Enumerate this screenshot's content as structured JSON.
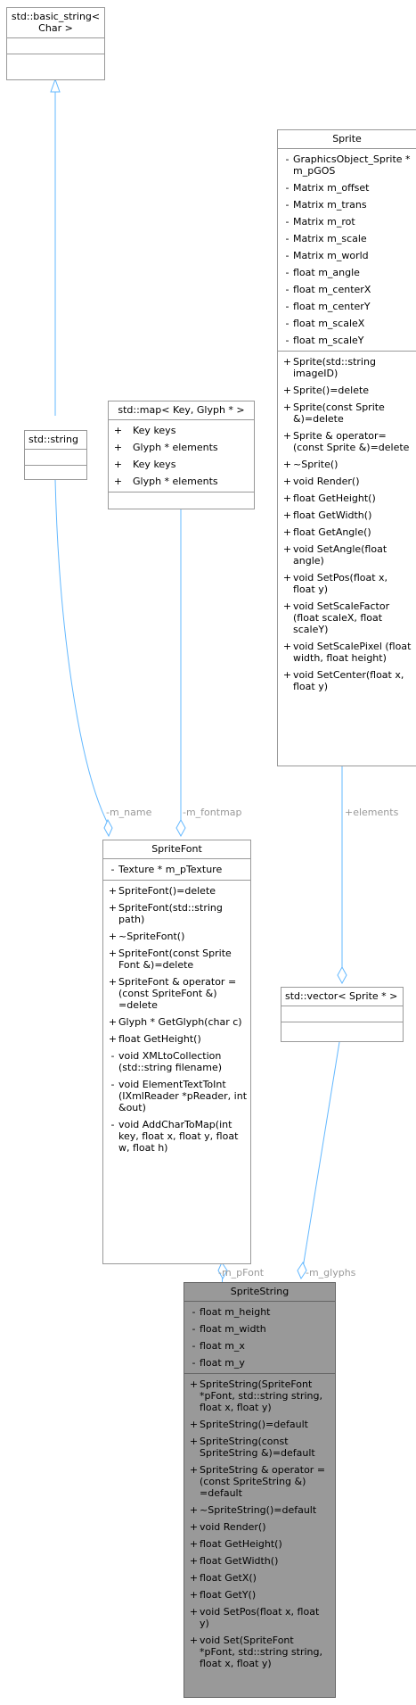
{
  "classes": {
    "basic_string": {
      "title": "std::basic_string< Char >",
      "attrs": [],
      "methods": []
    },
    "string": {
      "title": "std::string",
      "attrs": [],
      "methods": []
    },
    "map": {
      "title": "std::map< Key, Glyph * >",
      "attrs": [
        {
          "vis": "+",
          "text": "Key keys"
        },
        {
          "vis": "+",
          "text": "Glyph * elements"
        },
        {
          "vis": "+",
          "text": "Key keys"
        },
        {
          "vis": "+",
          "text": "Glyph * elements"
        }
      ],
      "methods": []
    },
    "sprite": {
      "title": "Sprite",
      "attrs": [
        {
          "vis": "-",
          "text": "GraphicsObject_Sprite * m_pGOS"
        },
        {
          "vis": "-",
          "text": "Matrix m_offset"
        },
        {
          "vis": "-",
          "text": "Matrix m_trans"
        },
        {
          "vis": "-",
          "text": "Matrix m_rot"
        },
        {
          "vis": "-",
          "text": "Matrix m_scale"
        },
        {
          "vis": "-",
          "text": "Matrix m_world"
        },
        {
          "vis": "-",
          "text": "float m_angle"
        },
        {
          "vis": "-",
          "text": "float m_centerX"
        },
        {
          "vis": "-",
          "text": "float m_centerY"
        },
        {
          "vis": "-",
          "text": "float m_scaleX"
        },
        {
          "vis": "-",
          "text": "float m_scaleY"
        }
      ],
      "methods": [
        {
          "vis": "+",
          "text": "Sprite(std::string imageID)"
        },
        {
          "vis": "+",
          "text": "Sprite()=delete"
        },
        {
          "vis": "+",
          "text": "Sprite(const Sprite &)=delete"
        },
        {
          "vis": "+",
          "text": "Sprite & operator=(const Sprite &)=delete"
        },
        {
          "vis": "+",
          "text": "~Sprite()"
        },
        {
          "vis": "+",
          "text": "void Render()"
        },
        {
          "vis": "+",
          "text": "float GetHeight()"
        },
        {
          "vis": "+",
          "text": "float GetWidth()"
        },
        {
          "vis": "+",
          "text": "float GetAngle()"
        },
        {
          "vis": "+",
          "text": "void SetAngle(float angle)"
        },
        {
          "vis": "+",
          "text": "void SetPos(float x, float y)"
        },
        {
          "vis": "+",
          "text": "void SetScaleFactor (float scaleX, float scaleY)"
        },
        {
          "vis": "+",
          "text": "void SetScalePixel (float width, float height)"
        },
        {
          "vis": "+",
          "text": "void SetCenter(float x, float y)"
        }
      ]
    },
    "spritefont": {
      "title": "SpriteFont",
      "attrs": [
        {
          "vis": "-",
          "text": "Texture * m_pTexture"
        }
      ],
      "methods": [
        {
          "vis": "+",
          "text": "SpriteFont()=delete"
        },
        {
          "vis": "+",
          "text": "SpriteFont(std::string path)"
        },
        {
          "vis": "+",
          "text": "~SpriteFont()"
        },
        {
          "vis": "+",
          "text": "SpriteFont(const Sprite Font &)=delete"
        },
        {
          "vis": "+",
          "text": "SpriteFont & operator =(const SpriteFont &) =delete"
        },
        {
          "vis": "+",
          "text": "Glyph * GetGlyph(char c)"
        },
        {
          "vis": "+",
          "text": "float GetHeight()"
        },
        {
          "vis": "-",
          "text": "void XMLtoCollection (std::string filename)"
        },
        {
          "vis": "-",
          "text": "void ElementTextToInt (IXmlReader *pReader, int &out)"
        },
        {
          "vis": "-",
          "text": "void AddCharToMap(int key, float x, float y, float w, float h)"
        }
      ]
    },
    "vector": {
      "title": "std::vector< Sprite * >",
      "attrs": [],
      "methods": []
    },
    "spritestring": {
      "title": "SpriteString",
      "attrs": [
        {
          "vis": "-",
          "text": "float m_height"
        },
        {
          "vis": "-",
          "text": "float m_width"
        },
        {
          "vis": "-",
          "text": "float m_x"
        },
        {
          "vis": "-",
          "text": "float m_y"
        }
      ],
      "methods": [
        {
          "vis": "+",
          "text": "SpriteString(SpriteFont *pFont, std::string string, float x, float y)"
        },
        {
          "vis": "+",
          "text": "SpriteString()=default"
        },
        {
          "vis": "+",
          "text": "SpriteString(const SpriteString &)=default"
        },
        {
          "vis": "+",
          "text": "SpriteString & operator =(const SpriteString &) =default"
        },
        {
          "vis": "+",
          "text": "~SpriteString()=default"
        },
        {
          "vis": "+",
          "text": "void Render()"
        },
        {
          "vis": "+",
          "text": "float GetHeight()"
        },
        {
          "vis": "+",
          "text": "float GetWidth()"
        },
        {
          "vis": "+",
          "text": "float GetX()"
        },
        {
          "vis": "+",
          "text": "float GetY()"
        },
        {
          "vis": "+",
          "text": "void SetPos(float x, float y)"
        },
        {
          "vis": "+",
          "text": "void Set(SpriteFont *pFont, std::string string, float x, float y)"
        }
      ]
    }
  },
  "edge_labels": {
    "m_name": "-m_name",
    "m_fontmap": "-m_fontmap",
    "elements": "+elements",
    "m_pFont": "-m_pFont",
    "m_glyphs": "-m_glyphs"
  },
  "colors": {
    "edge": "#63b8ff",
    "border": "#999999",
    "highlight": "#999999"
  }
}
